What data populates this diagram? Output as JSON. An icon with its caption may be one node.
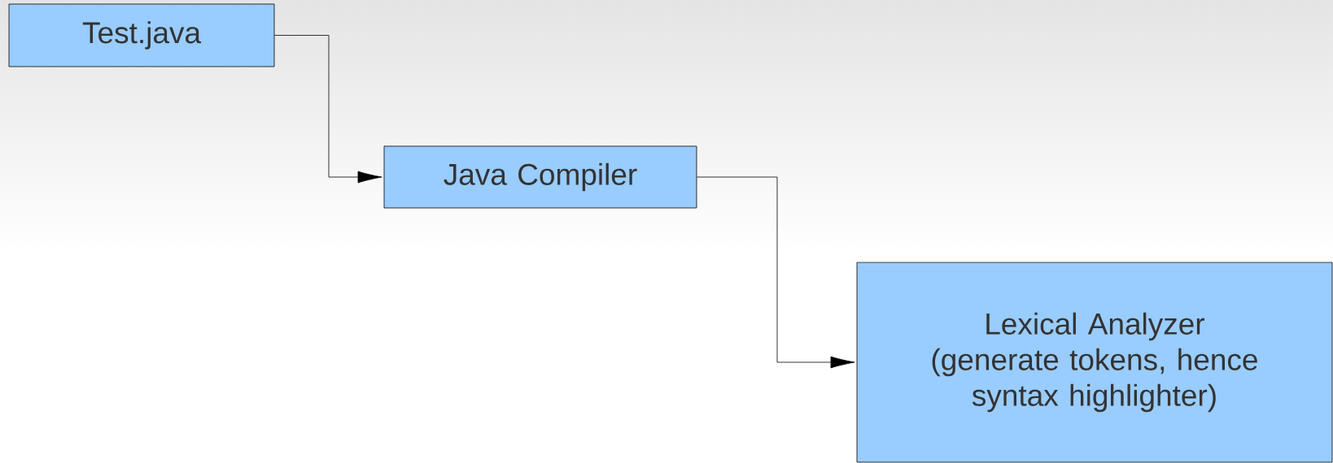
{
  "diagram": {
    "nodes": [
      {
        "text": [
          "Test.java"
        ]
      },
      {
        "text": [
          "Java Compiler"
        ]
      },
      {
        "text": [
          "Lexical Analyzer (generate tokens, hence syntax highlighter)"
        ]
      }
    ],
    "edges": [
      {
        "from": 0,
        "to": 1,
        "arrow": "to"
      },
      {
        "from": 1,
        "to": 2,
        "arrow": "to"
      }
    ]
  }
}
